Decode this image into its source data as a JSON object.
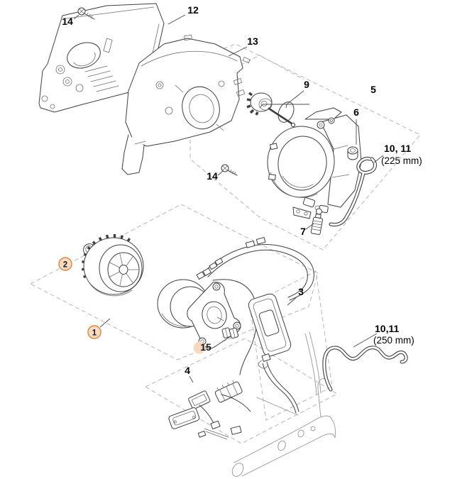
{
  "diagram": {
    "type": "exploded-parts-diagram",
    "background": "#ffffff",
    "colors": {
      "line_art": "#3f3f3f",
      "faint_art": "#979797",
      "group_boundary_dashed": "#bcbcbc",
      "label_text": "#000000",
      "badge_fill": "#f9dcc1",
      "badge_ring": "#e1883e"
    },
    "callouts": [
      {
        "label": "14",
        "style": "plain",
        "points_to": "screw-top-left"
      },
      {
        "label": "12",
        "style": "plain",
        "points_to": "housing-cover-left"
      },
      {
        "label": "13",
        "style": "plain",
        "points_to": "housing-cover-right"
      },
      {
        "label": "9",
        "style": "plain",
        "points_to": "fan-clutch-with-oring-and-pin"
      },
      {
        "label": "5",
        "style": "plain",
        "points_to": "motor-housing-group"
      },
      {
        "label": "6",
        "style": "plain",
        "points_to": "plug"
      },
      {
        "label": "10, 11",
        "note": "(225 mm)",
        "style": "plain",
        "points_to": "hose-225"
      },
      {
        "label": "14",
        "style": "plain",
        "points_to": "screw-middle"
      },
      {
        "label": "7",
        "style": "plain",
        "points_to": "grease-tube"
      },
      {
        "label": "2",
        "style": "badge",
        "points_to": "circlip-flywheel"
      },
      {
        "label": "1",
        "style": "badge",
        "points_to": "motor-assembly-group"
      },
      {
        "label": "3",
        "style": "plain",
        "points_to": "control-module"
      },
      {
        "label": "15",
        "style": "badge-dot",
        "points_to": "grommet"
      },
      {
        "label": "4",
        "style": "plain",
        "points_to": "wiring-harness-group"
      },
      {
        "label": "10,11",
        "note": "(250 mm)",
        "style": "plain",
        "points_to": "hose-250"
      }
    ]
  }
}
